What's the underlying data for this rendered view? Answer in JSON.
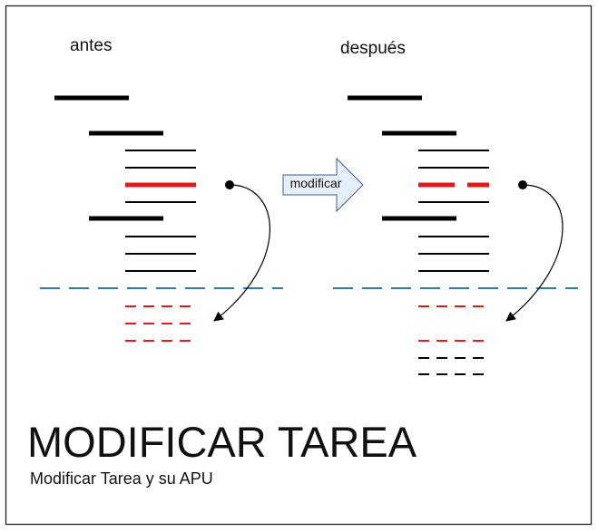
{
  "labels": {
    "before": "antes",
    "after": "después",
    "action": "modificar"
  },
  "title": "MODIFICAR TAREA",
  "subtitle": "Modificar Tarea y su APU",
  "colors": {
    "task_line": "#000000",
    "modified_task": "#e11a1a",
    "apu_dashed": "#e11a1a",
    "new_dashed": "#000000",
    "separator": "#2b7bbd",
    "arrow_fill": "#e6eef9",
    "arrow_stroke": "#3a5f96"
  }
}
